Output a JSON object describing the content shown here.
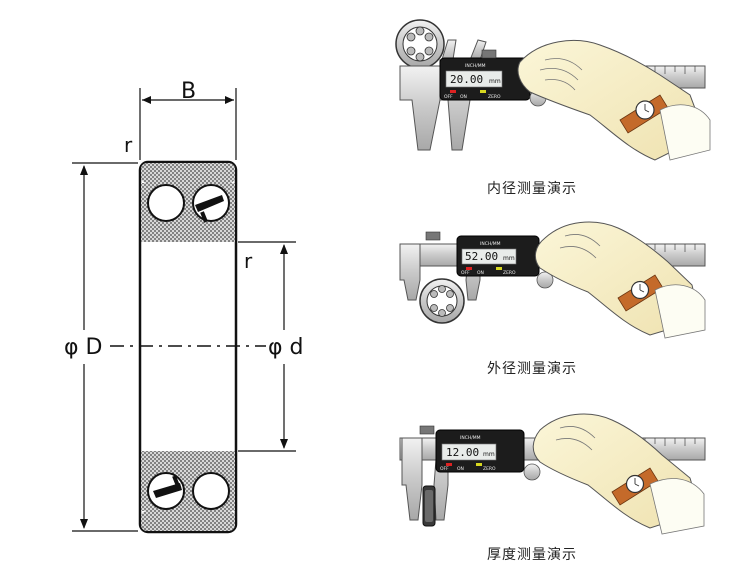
{
  "bearing": {
    "label_B": "B",
    "label_r_top": "r",
    "label_r_mid": "r",
    "label_D": "φ D",
    "label_d": "φ d"
  },
  "demos": [
    {
      "reading": "20.00",
      "unit": "mm",
      "brand": "INCH/MM",
      "buttons": [
        "OFF",
        "ON",
        "ZERO"
      ],
      "caption": "内径测量演示"
    },
    {
      "reading": "52.00",
      "unit": "mm",
      "brand": "INCH/MM",
      "buttons": [
        "OFF",
        "ON",
        "ZERO"
      ],
      "caption": "外径测量演示"
    },
    {
      "reading": "12.00",
      "unit": "mm",
      "brand": "INCH/MM",
      "buttons": [
        "OFF",
        "ON",
        "ZERO"
      ],
      "caption": "厚度测量演示"
    }
  ]
}
